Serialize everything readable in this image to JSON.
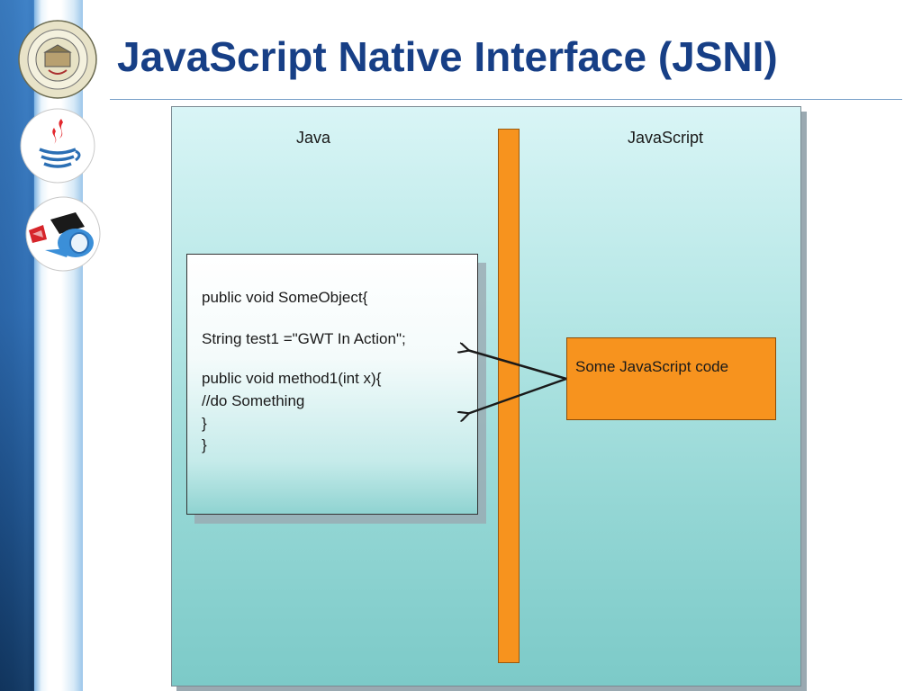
{
  "slide": {
    "title": "JavaScript Native Interface (JSNI)"
  },
  "logos": {
    "left_column": [
      "university-seal-icon",
      "java-logo-icon",
      "gwt-logo-icon"
    ]
  },
  "diagram": {
    "java_label": "Java",
    "javascript_label": "JavaScript",
    "java_code_lines": [
      "public void SomeObject{",
      "String test1 =\"GWT In Action\";",
      "public void method1(int x){",
      "//do Something",
      "}",
      "}"
    ],
    "javascript_box_text": "Some JavaScript code",
    "colors": {
      "divider": "#f7931e",
      "js_box": "#f7931e",
      "background_top": "#d9f5f6",
      "background_bottom": "#7ccac8",
      "title": "#173f86"
    }
  }
}
